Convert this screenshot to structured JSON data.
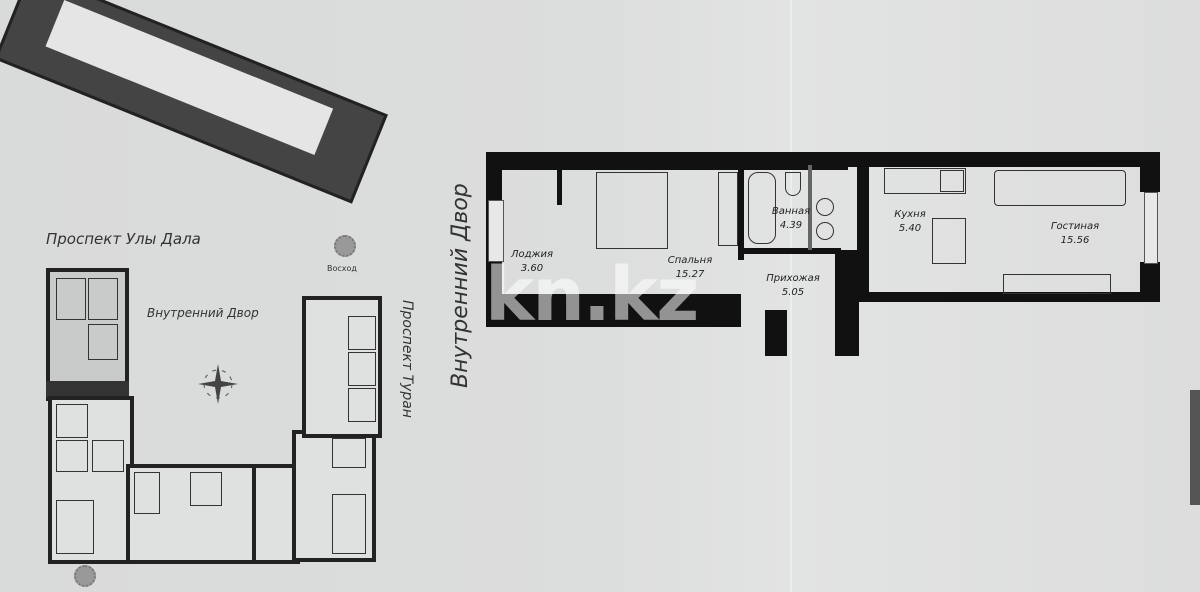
{
  "site_plan": {
    "streets": {
      "top": "Проспект Улы Дала",
      "right": "Проспект Туран"
    },
    "courtyard_label": "Внутренний Двор",
    "sunrise_label": "Восход",
    "compass_icon": "compass-rose-icon",
    "sun_icon": "sun-icon"
  },
  "apartment_plan": {
    "side_label": "Внутренний Двор",
    "rooms": [
      {
        "name": "Лоджия",
        "area": "3.60"
      },
      {
        "name": "Спальня",
        "area": "15.27"
      },
      {
        "name": "Ванная",
        "area": "4.39"
      },
      {
        "name": "Прихожая",
        "area": "5.05"
      },
      {
        "name": "Кухня",
        "area": "5.40"
      },
      {
        "name": "Гостиная",
        "area": "15.56"
      }
    ]
  },
  "watermark": "kn.kz",
  "colors": {
    "paper": "#dcdddd",
    "wall": "#111111",
    "ink": "#2a2a2a"
  }
}
